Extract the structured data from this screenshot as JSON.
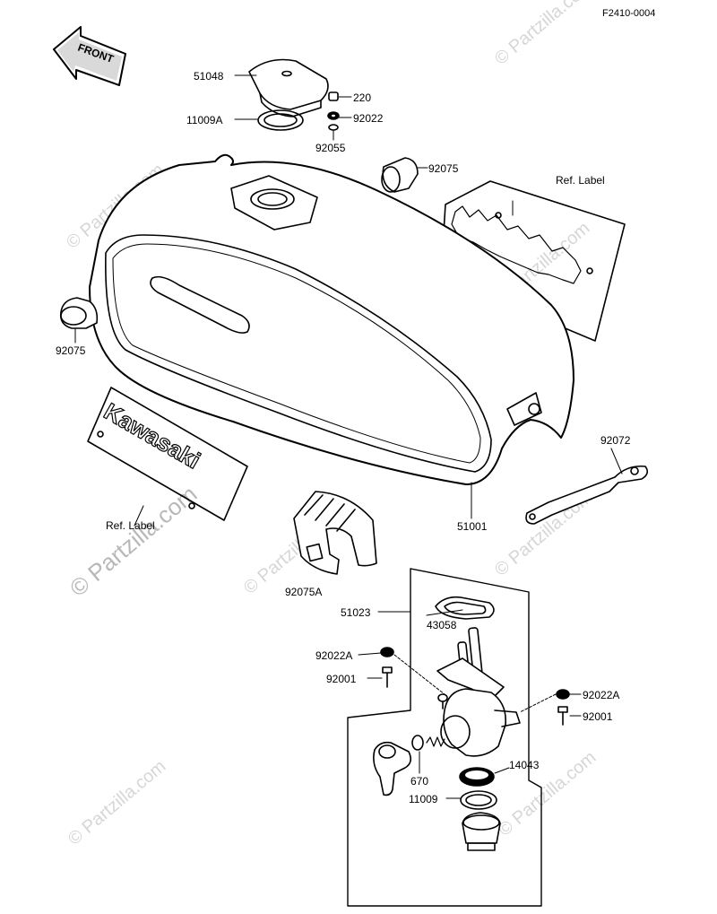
{
  "diagram_code": "F2410-0004",
  "front_badge": "FRONT",
  "emblem_text": "Kawasaki",
  "watermarks": [
    "© Partzilla.com",
    "© Partzilla.com",
    "© Partzilla.com",
    "© Partzilla.com",
    "© Partzilla.com",
    "© Partzilla.com",
    "© Partzilla.com",
    "© Partzilla.com"
  ],
  "callouts": {
    "cap": "51048",
    "bolt_220": "220",
    "gasket_11009a": "11009A",
    "washer_92022_top": "92022",
    "washer_92055": "92055",
    "damper_right": "92075",
    "ref_label_right": "Ref.  Label",
    "damper_left": "92075",
    "bracket": "92072",
    "tank": "51001",
    "ref_label_left": "Ref.  Label",
    "rear_damper": "92075A",
    "fuel_cock": "51023",
    "gasket_43058": "43058",
    "washer_92022a_left": "92022A",
    "bolt_92001_left": "92001",
    "washer_92022a_right": "92022A",
    "bolt_92001_right": "92001",
    "oring_670": "670",
    "filter_14043": "14043",
    "gasket_11009": "11009"
  },
  "colors": {
    "line": "#000000",
    "watermark": "#d6d6d6",
    "background": "#ffffff"
  }
}
